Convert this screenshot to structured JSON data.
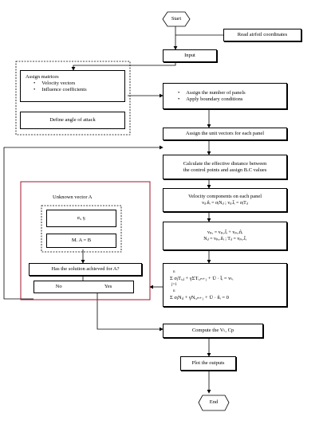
{
  "start": "Start",
  "read_airfoil": "Read airfoil coordinates",
  "input": "Input",
  "assign_matrices": {
    "title": "Assign matrices",
    "items": [
      "Velocity vectors",
      "Influence coefficients"
    ]
  },
  "define_angle": "Define angle of attack",
  "panels": {
    "items": [
      "Assign the number of panels",
      "Apply boundary conditions"
    ]
  },
  "unit_vectors": "Assign the unit vectors for each panel",
  "effective_distance": {
    "line1": "Calculate the effective distance between",
    "line2": "the control points and assign B.C values"
  },
  "velocity_components": {
    "title": "Velocity components  on each panel",
    "eq": "vᵢⱼ.n̂ᵢ = σⱼNᵢⱼ ; vᵢⱼ.t̂ᵢ = σⱼTᵢⱼ"
  },
  "vpq": {
    "line1": "vₚₐ = vₚₐ.t̂ᵢ + vₚₐ.n̂ᵢ",
    "line2": "Nᵢⱼ = vₚₐ.n̂ᵢ ; Tᵢⱼ = vₚₐ.t̂ᵢ"
  },
  "system": {
    "eq1": "Σ σⱼTᵢ,ⱼ + γΣTᵢ,ₙ₊₁ + Ū · t̂ᵢ = vₜᵢ",
    "eq2": "Σ σⱼNᵢⱼ + γNᵢ,ₙ₊₁ + Ū · n̂ᵢ = 0",
    "sum_top": "n",
    "sum_bottom": "j=1"
  },
  "unknown_vector": {
    "title": "Unknown vector A",
    "sigma_gamma": "σᵢ, γᵢ",
    "mab": "M. A = B"
  },
  "question": "Has the solution  achieved for A?",
  "no": "No",
  "yes": "Yes",
  "compute": "Compute  the Vₜ, Cp",
  "plot": "Plot the outputs",
  "end": "End"
}
